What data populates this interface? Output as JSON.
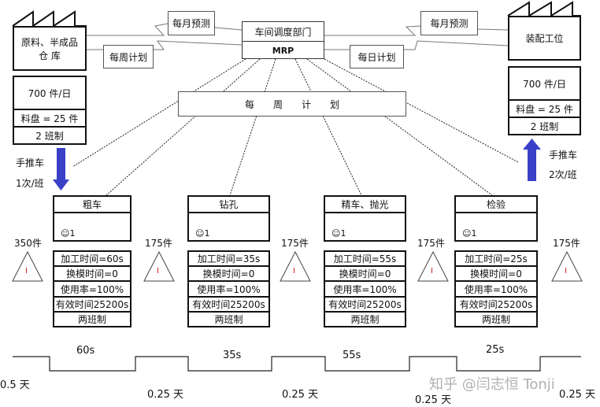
{
  "supplier": {
    "name_line1": "原料、半成品",
    "name_line2": "仓 库",
    "rows": [
      "700 件/日",
      "料盘 = 25 件",
      "2 班制"
    ],
    "transport": "手推车",
    "frequency": "1次/班"
  },
  "customer": {
    "name": "装配工位",
    "rows": [
      "700 件/日",
      "料盘 = 25 件",
      "2 班制"
    ],
    "transport": "手推车",
    "frequency": "2次/班"
  },
  "control": {
    "title": "车间调度部门",
    "system": "MRP",
    "weekly_plan_banner": "每　　周　　计　　划"
  },
  "info_flows": {
    "supplier_forecast": "每月预测",
    "supplier_schedule": "每周计划",
    "customer_forecast": "每月预测",
    "customer_schedule": "每日计划"
  },
  "processes": [
    {
      "name": "粗车",
      "operators": "1",
      "rows": [
        "加工时间=60s",
        "换模时间=0",
        "使用率=100%",
        "有效时间25200s",
        "两班制"
      ]
    },
    {
      "name": "钻孔",
      "operators": "1",
      "rows": [
        "加工时间=35s",
        "换模时间=0",
        "使用率=100%",
        "有效时间25200s",
        "两班制"
      ]
    },
    {
      "name": "精车、抛光",
      "operators": "1",
      "rows": [
        "加工时间=55s",
        "换模时间=0",
        "使用率=100%",
        "有效时间25200s",
        "两班制"
      ]
    },
    {
      "name": "检验",
      "operators": "1",
      "rows": [
        "加工时间=25s",
        "换模时间=0",
        "使用率=100%",
        "有效时间25200s",
        "两班制"
      ]
    }
  ],
  "inventories": [
    {
      "qty": "350件",
      "mark": "I"
    },
    {
      "qty": "175件",
      "mark": "I"
    },
    {
      "qty": "175件",
      "mark": "I"
    },
    {
      "qty": "175件",
      "mark": "I"
    },
    {
      "qty": "175件",
      "mark": "I"
    }
  ],
  "timeline": {
    "process_times": [
      "60s",
      "35s",
      "55s",
      "25s"
    ],
    "wait_times": [
      "0.5 天",
      "0.25 天",
      "0.25 天",
      "0.25 天",
      "0.25 天"
    ]
  },
  "watermark": "知乎 @闫志恒 Tonji",
  "colors": {
    "arrow": "#3a3fc8",
    "inventory_mark": "#d02020"
  }
}
